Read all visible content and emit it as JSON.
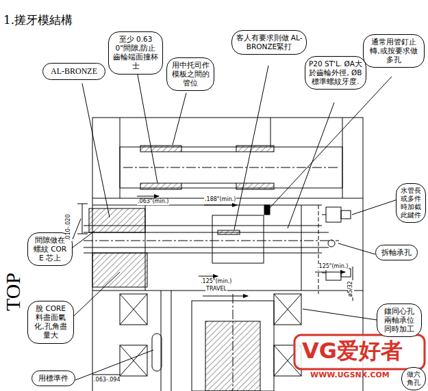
{
  "diagram": {
    "title": "1.搓牙模結構",
    "nodes": [
      {
        "text": [
          "AL-BRONZE"
        ]
      },
      {
        "text": [
          "至少 0.630\"間隙,防止齒輪端面撞杯士"
        ]
      },
      {
        "text": [
          "用中托司作模板之間的管位"
        ]
      },
      {
        "text": [
          "客人有要求則做 AL-BRONZE緊打"
        ]
      },
      {
        "text": [
          "P20 ST'L. ØA大於齒輪外徑, ØB標準螺紋牙度."
        ]
      },
      {
        "text": [
          "通常用管釘止轉,或按要求做多孔"
        ]
      },
      {
        "text": [
          "水管長或多件時加截此鍵件"
        ]
      },
      {
        "text": [
          "拆軸承孔"
        ]
      },
      {
        "text": [
          "鑲同心孔兩軸承位同時加工"
        ]
      },
      {
        "text": [
          "做六角孔"
        ]
      },
      {
        "text": [
          "間隙做在螺紋 CORE 芯上"
        ]
      },
      {
        "text": [
          "脫 CORE 料盡面氣化,孔角盡量大"
        ]
      },
      {
        "text": [
          "用標準件"
        ]
      }
    ],
    "labels": [
      ".063\"(min.)",
      ".188\"(min.)",
      ".125\"(min.)",
      ".125\"(min.)",
      "TRAVEL",
      ".010-.020",
      "TOP",
      "ø5/32",
      ".063-.094",
      "VG爱好者",
      "WWW.UGSNX.COM"
    ]
  }
}
